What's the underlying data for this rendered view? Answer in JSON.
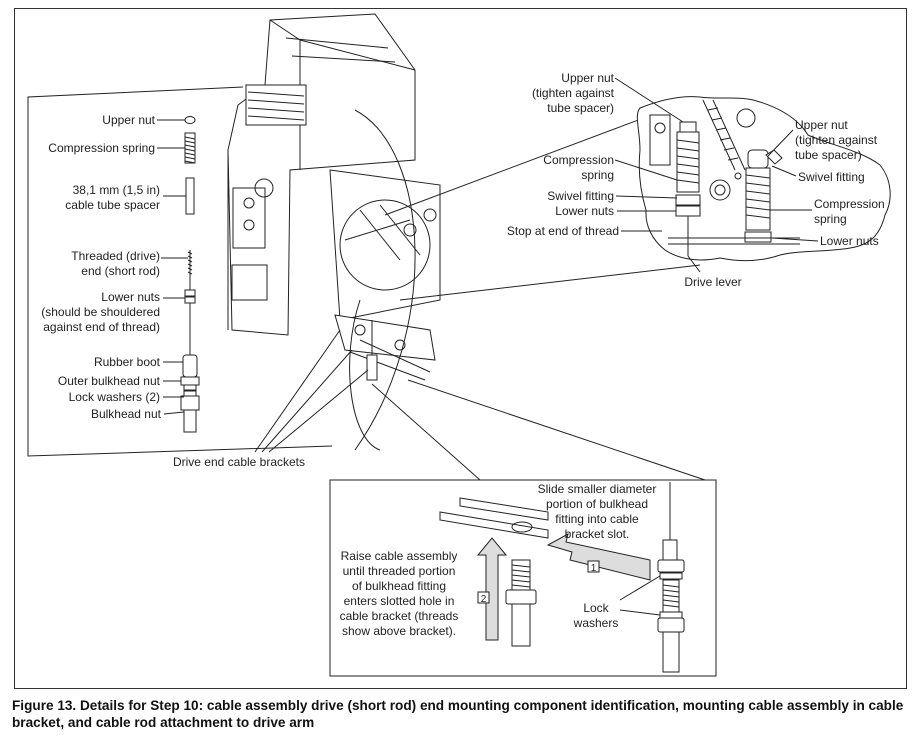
{
  "labels": {
    "left_upper_nut": "Upper nut",
    "left_compression_spring": "Compression spring",
    "tube_spacer_1": "38,1 mm (1,5 in)",
    "tube_spacer_2": "cable tube spacer",
    "threaded_end_1": "Threaded (drive)",
    "threaded_end_2": "end (short rod)",
    "left_lower_nuts_1": "Lower nuts",
    "left_lower_nuts_2": "(should be shouldered",
    "left_lower_nuts_3": "against end of thread)",
    "rubber_boot": "Rubber boot",
    "outer_bulkhead_nut": "Outer bulkhead nut",
    "lock_washers_2": "Lock washers (2)",
    "bulkhead_nut": "Bulkhead nut",
    "drive_end_brackets": "Drive end cable brackets",
    "tr_upper_nut_1": "Upper nut",
    "tr_upper_nut_2": "(tighten against",
    "tr_upper_nut_3": "tube spacer)",
    "tr_compression_spring_1": "Compression",
    "tr_compression_spring_2": "spring",
    "tr_swivel_fitting": "Swivel fitting",
    "tr_lower_nuts": "Lower nuts",
    "stop_end_thread": "Stop at end of thread",
    "drive_lever": "Drive lever",
    "fr_upper_nut_1": "Upper nut",
    "fr_upper_nut_2": "(tighten against",
    "fr_upper_nut_3": "tube spacer)",
    "fr_swivel_fitting": "Swivel fitting",
    "fr_compression_1": "Compression",
    "fr_compression_2": "spring",
    "fr_lower_nuts": "Lower nuts",
    "raise_1": "Raise cable assembly",
    "raise_2": "until threaded portion",
    "raise_3": "of bulkhead fitting",
    "raise_4": "enters slotted hole in",
    "raise_5": "cable bracket (threads",
    "raise_6": "show above bracket).",
    "slide_1": "Slide smaller diameter",
    "slide_2": "portion of bulkhead",
    "slide_3": "fitting into cable",
    "slide_4": "bracket slot.",
    "lock_1": "Lock",
    "lock_2": "washers",
    "step_1": "1",
    "step_2": "2"
  },
  "caption": "Figure 13. Details for Step 10: cable assembly drive (short rod) end mounting component identification, mounting cable assembly in cable bracket, and cable rod attachment to drive arm"
}
